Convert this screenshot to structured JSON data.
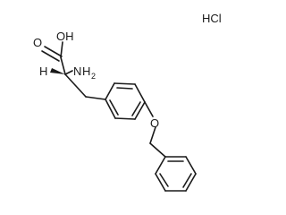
{
  "structure": {
    "carboxyl_oh": "OH",
    "carbonyl_o": "O",
    "chiral_h": "H",
    "amine_n": "N",
    "amine_h": "H",
    "amine_h_count": "2",
    "ether_o": "O",
    "salt": "HCl"
  }
}
